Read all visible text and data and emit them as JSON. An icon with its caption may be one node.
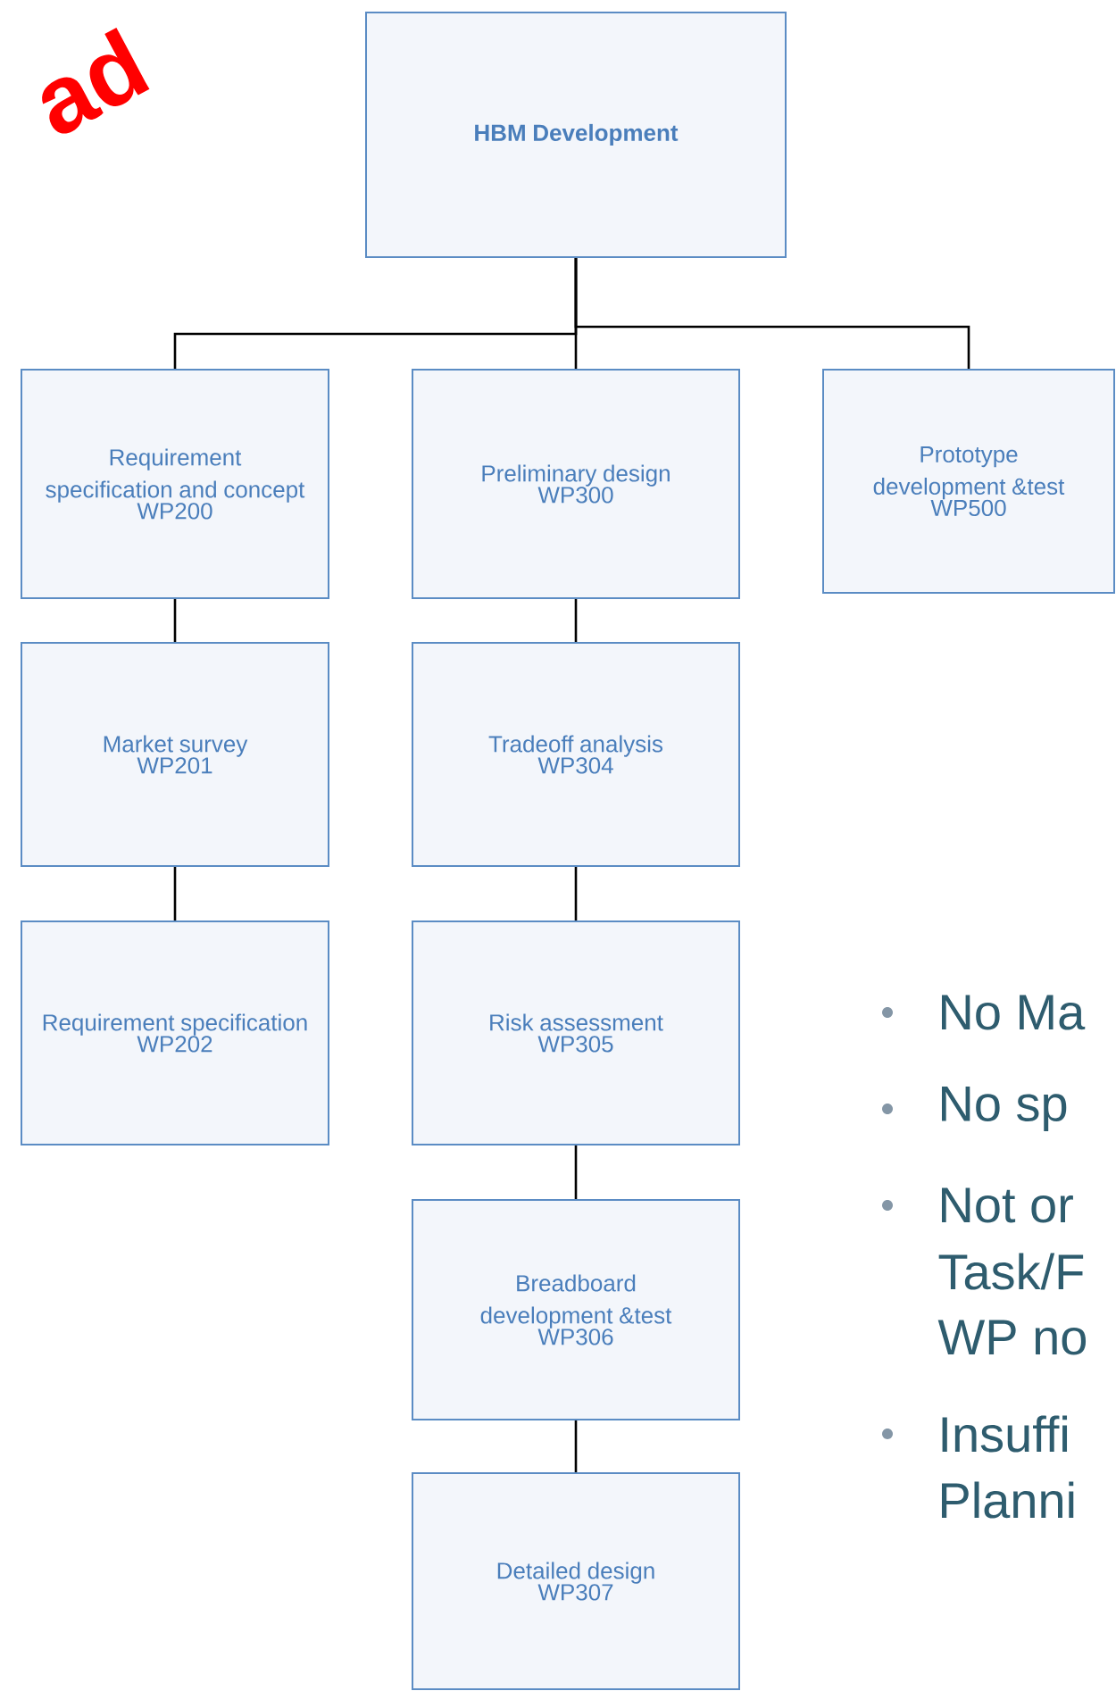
{
  "diagram": {
    "nodes": [
      {
        "text": [
          "HBM Development"
        ]
      },
      {
        "text": [
          "Requirement specification and concept",
          "WP200"
        ]
      },
      {
        "text": [
          "Preliminary design",
          "WP300"
        ]
      },
      {
        "text": [
          "Prototype development &test",
          "WP500"
        ]
      },
      {
        "text": [
          "Market survey",
          "WP201"
        ]
      },
      {
        "text": [
          "Tradeoff analysis",
          "WP304"
        ]
      },
      {
        "text": [
          "Requirement specification",
          "WP202"
        ]
      },
      {
        "text": [
          "Risk assessment",
          "WP305"
        ]
      },
      {
        "text": [
          "Breadboard development &test",
          "WP306"
        ]
      },
      {
        "text": [
          "Detailed design",
          "WP307"
        ]
      }
    ],
    "edges": [
      {
        "from": 0,
        "to": 1,
        "arrow": "none"
      },
      {
        "from": 0,
        "to": 2,
        "arrow": "none"
      },
      {
        "from": 0,
        "to": 3,
        "arrow": "none"
      },
      {
        "from": 1,
        "to": 4,
        "arrow": "none"
      },
      {
        "from": 4,
        "to": 6,
        "arrow": "none"
      },
      {
        "from": 2,
        "to": 5,
        "arrow": "none"
      },
      {
        "from": 5,
        "to": 7,
        "arrow": "none"
      },
      {
        "from": 7,
        "to": 8,
        "arrow": "none"
      },
      {
        "from": 8,
        "to": 9,
        "arrow": "none"
      }
    ],
    "labels": [
      "ad",
      "No Ma",
      "No sp",
      "Not or",
      "Task/F",
      "WP no",
      "Insuffi",
      "Planni"
    ]
  }
}
